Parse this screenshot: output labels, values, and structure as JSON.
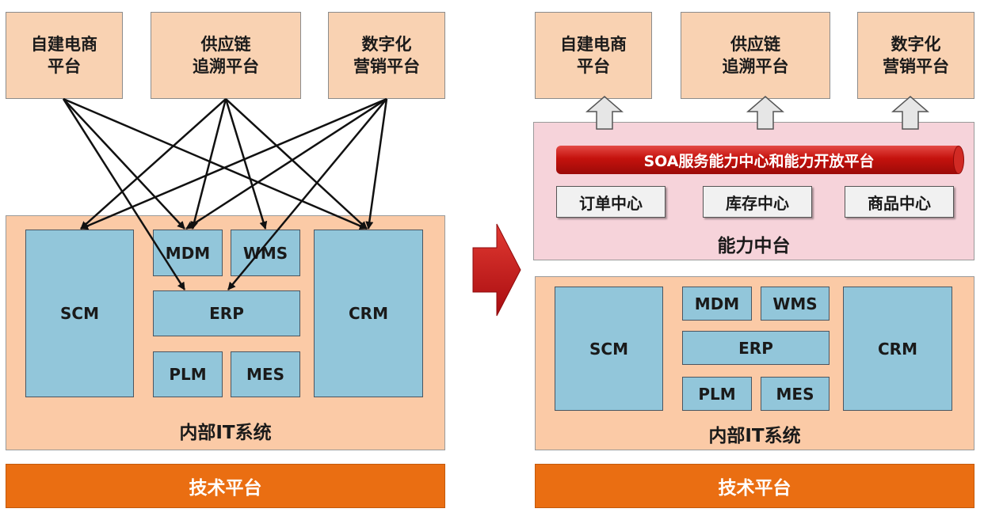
{
  "left": {
    "apps": [
      "自建电商\n平台",
      "供应链\n追溯平台",
      "数字化\n营销平台"
    ],
    "systems": {
      "scm": "SCM",
      "mdm": "MDM",
      "wms": "WMS",
      "erp": "ERP",
      "crm": "CRM",
      "plm": "PLM",
      "mes": "MES"
    },
    "internal_label": "内部IT系统",
    "tech_label": "技术平台"
  },
  "right": {
    "apps": [
      "自建电商\n平台",
      "供应链\n追溯平台",
      "数字化\n营销平台"
    ],
    "soa_label": "SOA服务能力中心和能力开放平台",
    "centers": [
      "订单中心",
      "库存中心",
      "商品中心"
    ],
    "middle_label": "能力中台",
    "systems": {
      "scm": "SCM",
      "mdm": "MDM",
      "wms": "WMS",
      "erp": "ERP",
      "crm": "CRM",
      "plm": "PLM",
      "mes": "MES"
    },
    "internal_label": "内部IT系统",
    "tech_label": "技术平台"
  },
  "colors": {
    "app_fill": "#f9d2b2",
    "system_fill": "#92c6da",
    "tech_fill": "#ea6e12",
    "middle_fill": "#f6d3da",
    "transition_arrow": "#c8141a",
    "soa_pipe": "#c5120d"
  },
  "icons": {
    "transition": "arrow-right-icon",
    "upward": "arrow-up-icon"
  }
}
